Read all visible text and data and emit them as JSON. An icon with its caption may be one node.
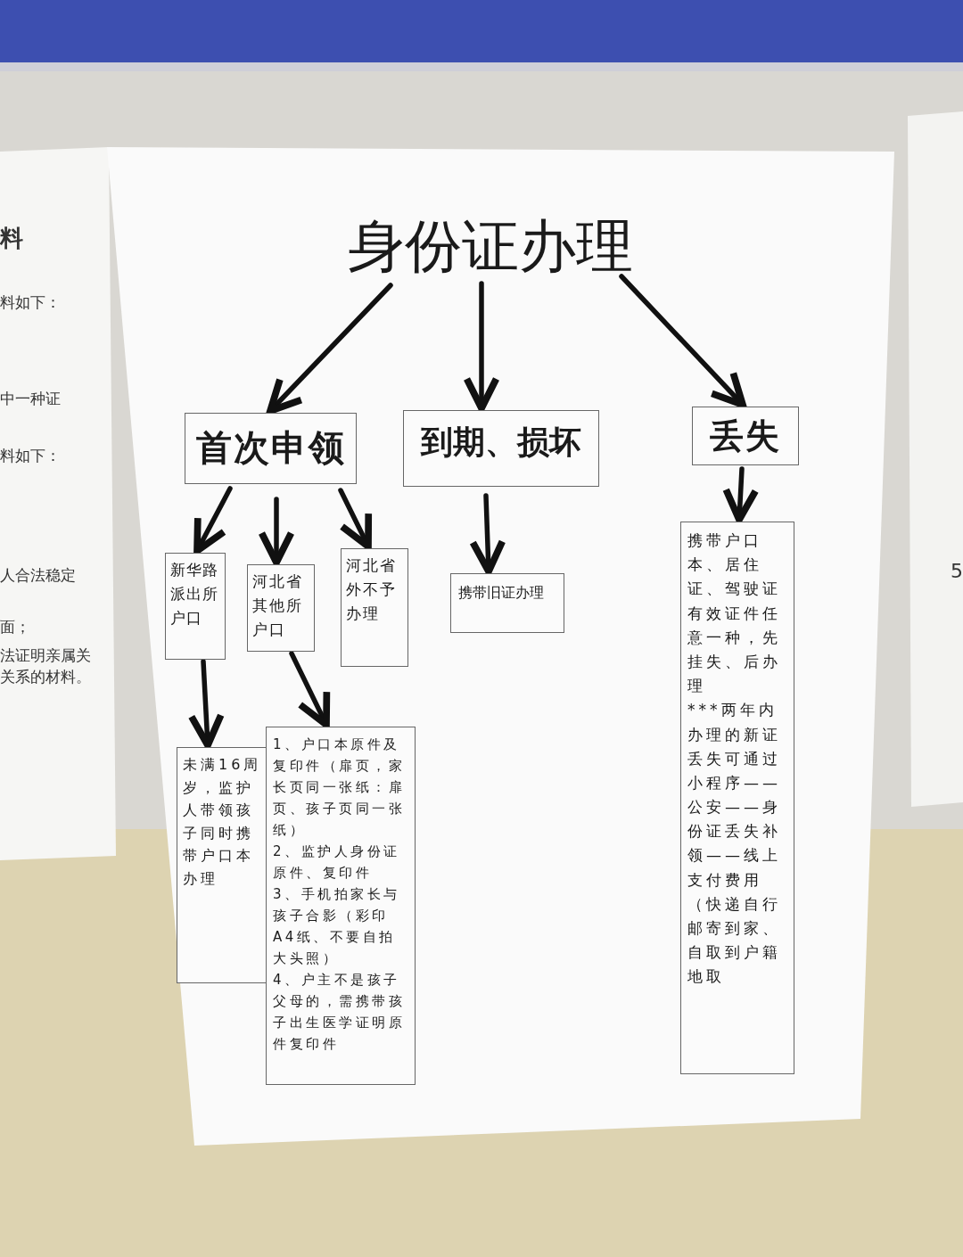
{
  "diagram": {
    "nodes": [
      {
        "text": [
          "身份证办理"
        ]
      },
      {
        "text": [
          "首次申领"
        ]
      },
      {
        "text": [
          "到期、损坏"
        ]
      },
      {
        "text": [
          "丢失"
        ]
      },
      {
        "text": [
          "新华路派出所户口"
        ]
      },
      {
        "text": [
          "河北省其他所户口"
        ]
      },
      {
        "text": [
          "河北省外不予办理"
        ]
      },
      {
        "text": [
          "携带旧证办理"
        ]
      },
      {
        "text": [
          "携带户口本、居住证、驾驶证有效证件任意一种，先挂失、后办理",
          "***两年内办理的新证丢失可通过小程序——公安——身份证丢失补领——线上支付费用（快递自行邮寄到家、自取到户籍地取"
        ]
      },
      {
        "text": [
          "未满16周岁，监护人带领孩子同时携带户口本办理"
        ]
      },
      {
        "text": [
          "1、户口本原件及复印件（扉页，家长页同一张纸：扉页、孩子页同一张纸）",
          "2、监护人身份证原件、复印件",
          "3、手机拍家长与孩子合影（彩印A4纸、不要自拍大头照）",
          "4、户主不是孩子父母的，需携带孩子出生医学证明原件复印件"
        ]
      }
    ],
    "edges": [
      {
        "from": 0,
        "to": 1,
        "arrow": "to"
      },
      {
        "from": 0,
        "to": 2,
        "arrow": "to"
      },
      {
        "from": 0,
        "to": 3,
        "arrow": "to"
      },
      {
        "from": 1,
        "to": 4,
        "arrow": "to"
      },
      {
        "from": 1,
        "to": 5,
        "arrow": "to"
      },
      {
        "from": 1,
        "to": 6,
        "arrow": "to"
      },
      {
        "from": 2,
        "to": 7,
        "arrow": "to"
      },
      {
        "from": 3,
        "to": 8,
        "arrow": "to"
      },
      {
        "from": 4,
        "to": 9,
        "arrow": "to"
      },
      {
        "from": 5,
        "to": 10,
        "arrow": "to"
      }
    ],
    "labels": [
      "料",
      "料如下：",
      "中一种证",
      "料如下：",
      "人合法稳定",
      "面；",
      "法证明亲属关",
      "关系的材料。",
      "5"
    ]
  }
}
